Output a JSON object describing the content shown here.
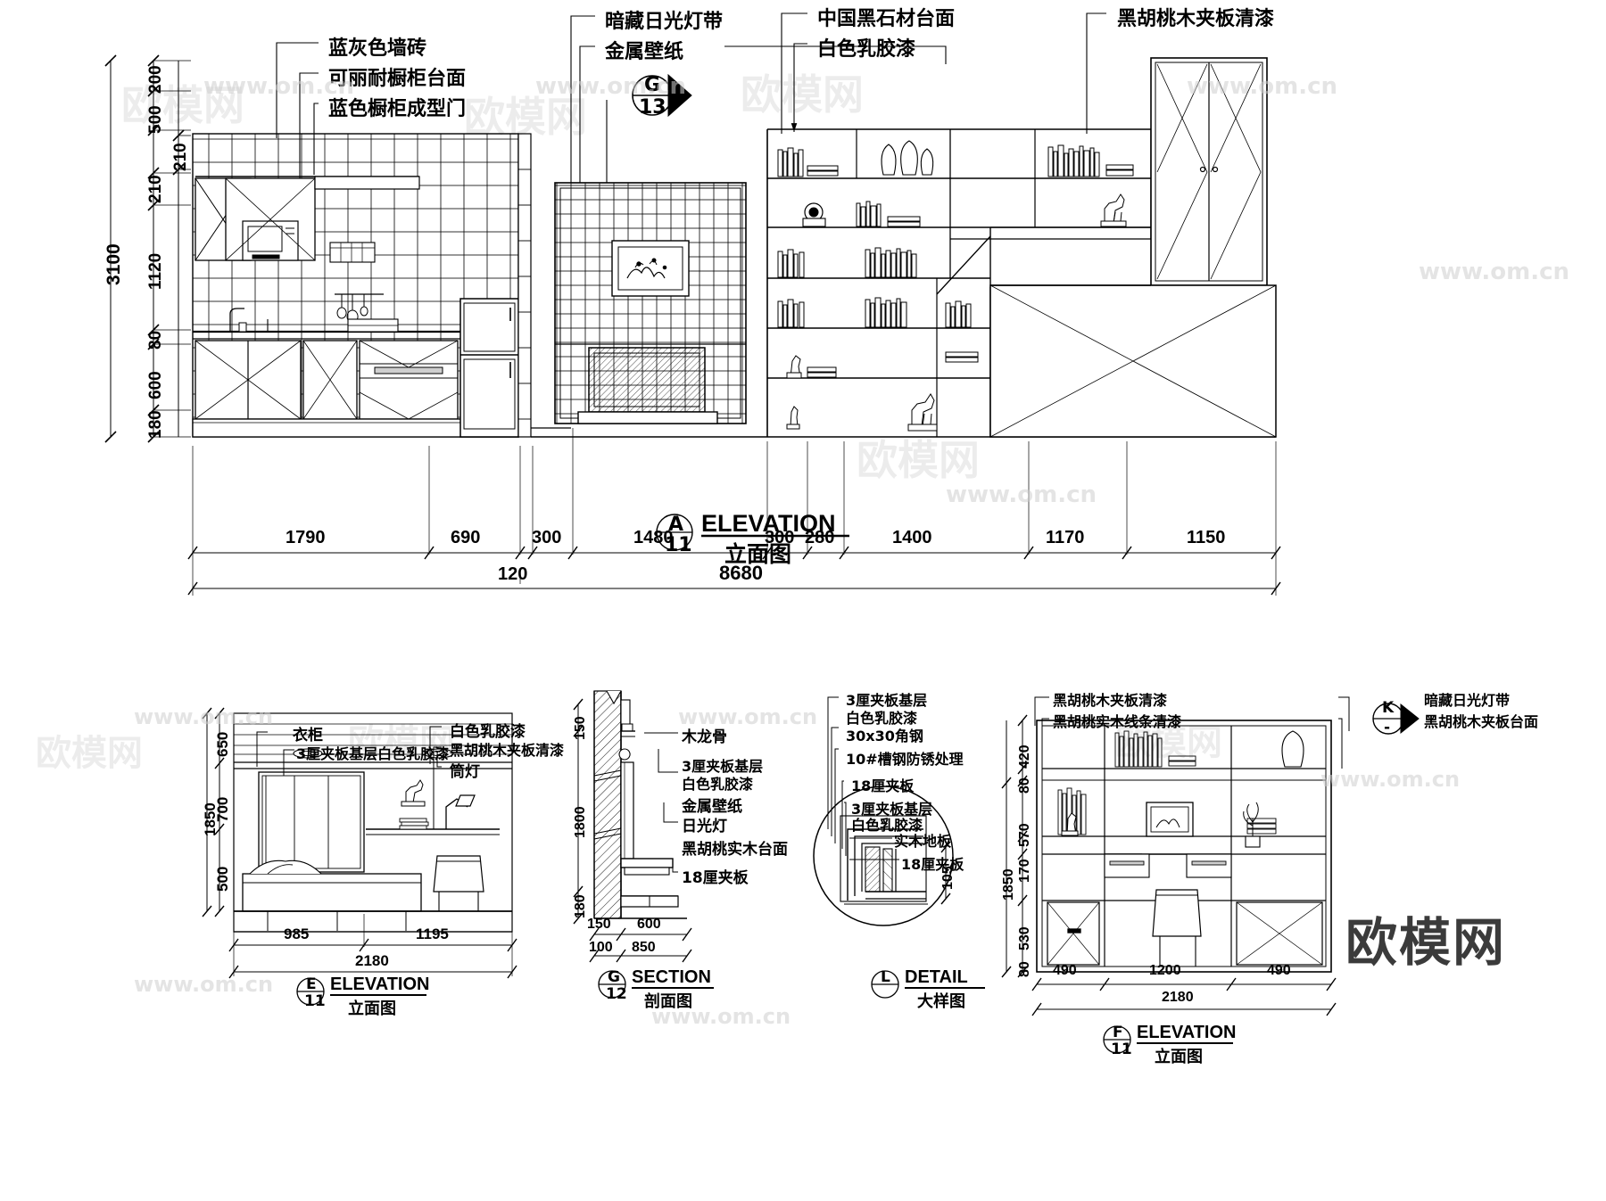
{
  "drawing": {
    "sheet_type": "architectural-interior-elevations",
    "watermark_text": "www.om.cn",
    "watermark_logo": "欧模网"
  },
  "main_elevation": {
    "key": "A",
    "sheet": "11",
    "title_en": "ELEVATION",
    "title_cn": "立面图",
    "callout": {
      "letter": "G",
      "number": "13"
    },
    "annotations": [
      {
        "id": "a1",
        "text": "蓝灰色墙砖"
      },
      {
        "id": "a2",
        "text": "可丽耐橱柜台面"
      },
      {
        "id": "a3",
        "text": "蓝色橱柜成型门"
      },
      {
        "id": "a4",
        "text": "暗藏日光灯带"
      },
      {
        "id": "a5",
        "text": "金属壁纸"
      },
      {
        "id": "a6",
        "text": "中国黑石材台面"
      },
      {
        "id": "a7",
        "text": "白色乳胶漆"
      },
      {
        "id": "a8",
        "text": "黑胡桃木夹板清漆"
      }
    ],
    "vertical_dims": {
      "overall": "3100",
      "chain": [
        "200",
        "500",
        "210",
        "210",
        "1120",
        "80",
        "600",
        "180"
      ]
    },
    "horizontal_dims": {
      "overall": "8680",
      "chain": [
        "1790",
        "690",
        "300",
        "1480",
        "300",
        "280",
        "1400",
        "1170",
        "1150"
      ],
      "extra": "120"
    }
  },
  "elevation_e": {
    "key": "E",
    "sheet": "11",
    "title_en": "ELEVATION",
    "title_cn": "立面图",
    "annotations": [
      {
        "id": "e1",
        "text": "衣柜"
      },
      {
        "id": "e2",
        "text": "3厘夹板基层白色乳胶漆"
      },
      {
        "id": "e3",
        "text": "白色乳胶漆"
      },
      {
        "id": "e4",
        "text": "黑胡桃木夹板清漆"
      },
      {
        "id": "e5",
        "text": "筒灯"
      }
    ],
    "vertical_dims": {
      "overall": "1850",
      "chain": [
        "650",
        "700",
        "500"
      ]
    },
    "horizontal_dims": {
      "overall": "2180",
      "chain": [
        "985",
        "1195"
      ]
    }
  },
  "section_g": {
    "key": "G",
    "sheet": "12",
    "title_en": "SECTION",
    "title_cn": "剖面图",
    "annotations": [
      {
        "id": "g1",
        "text": "木龙骨"
      },
      {
        "id": "g2",
        "text": "3厘夹板基层"
      },
      {
        "id": "g3",
        "text": "白色乳胶漆"
      },
      {
        "id": "g4",
        "text": "日光灯"
      },
      {
        "id": "g5",
        "text": "金属壁纸"
      },
      {
        "id": "g6",
        "text": "黑胡桃实木台面"
      },
      {
        "id": "g7",
        "text": "18厘夹板"
      }
    ],
    "vertical_dims": {
      "chain": [
        "150",
        "1800",
        "180"
      ]
    },
    "horizontal_dims": {
      "chain": [
        "150",
        "600"
      ],
      "sub": [
        "100",
        "850"
      ]
    }
  },
  "detail_l": {
    "key": "L",
    "sheet": "",
    "title_en": "DETAIL",
    "title_cn": "大样图",
    "annotations": [
      {
        "id": "l1",
        "text": "3厘夹板基层"
      },
      {
        "id": "l2",
        "text": "白色乳胶漆"
      },
      {
        "id": "l3",
        "text": "30x30角钢"
      },
      {
        "id": "l4",
        "text": "10#槽钢防锈处理"
      },
      {
        "id": "l5",
        "text": "18厘夹板"
      },
      {
        "id": "l6",
        "text": "3厘夹板基层"
      },
      {
        "id": "l7",
        "text": "白色乳胶漆"
      },
      {
        "id": "l8",
        "text": "实木地板"
      },
      {
        "id": "l9",
        "text": "18厘夹板"
      }
    ],
    "dims": {
      "chain": [
        "105"
      ]
    }
  },
  "elevation_f": {
    "key": "F",
    "sheet": "11",
    "title_en": "ELEVATION",
    "title_cn": "立面图",
    "callout": {
      "letter": "K",
      "number": "-"
    },
    "annotations": [
      {
        "id": "f1",
        "text": "黑胡桃木夹板清漆"
      },
      {
        "id": "f2",
        "text": "黑胡桃实木线条清漆"
      },
      {
        "id": "f3",
        "text": "暗藏日光灯带"
      },
      {
        "id": "f4",
        "text": "黑胡桃木夹板台面"
      }
    ],
    "vertical_dims": {
      "overall": "1850",
      "chain": [
        "420",
        "80",
        "570",
        "170",
        "530",
        "80"
      ]
    },
    "horizontal_dims": {
      "overall": "2180",
      "chain": [
        "490",
        "1200",
        "490"
      ]
    }
  }
}
